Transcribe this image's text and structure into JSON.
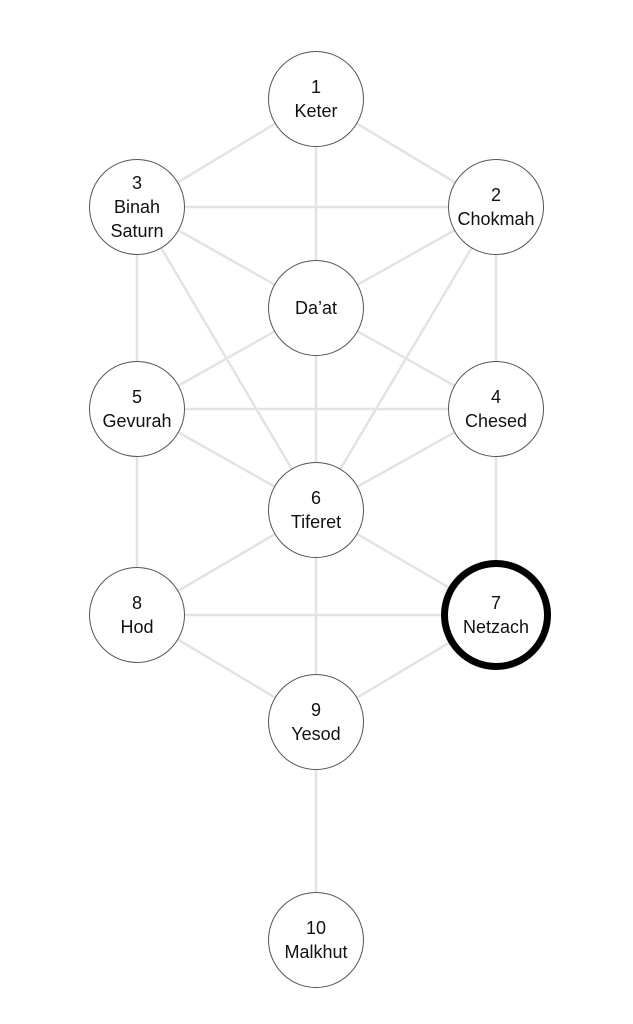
{
  "colors": {
    "edge": "#e3e3e3",
    "node_border": "#555555",
    "highlight_border": "#000000"
  },
  "nodes": [
    {
      "id": "keter",
      "lines": [
        "1",
        "Keter"
      ]
    },
    {
      "id": "chokmah",
      "lines": [
        "2",
        "Chokmah"
      ]
    },
    {
      "id": "binah",
      "lines": [
        "3",
        "Binah",
        "Saturn"
      ]
    },
    {
      "id": "daat",
      "lines": [
        "Da’at"
      ]
    },
    {
      "id": "chesed",
      "lines": [
        "4",
        "Chesed"
      ]
    },
    {
      "id": "gevurah",
      "lines": [
        "5",
        "Gevurah"
      ]
    },
    {
      "id": "tiferet",
      "lines": [
        "6",
        "Tiferet"
      ]
    },
    {
      "id": "netzach",
      "lines": [
        "7",
        "Netzach"
      ],
      "highlighted": true
    },
    {
      "id": "hod",
      "lines": [
        "8",
        "Hod"
      ]
    },
    {
      "id": "yesod",
      "lines": [
        "9",
        "Yesod"
      ]
    },
    {
      "id": "malkhut",
      "lines": [
        "10",
        "Malkhut"
      ]
    }
  ],
  "edges": [
    [
      "keter",
      "binah"
    ],
    [
      "keter",
      "chokmah"
    ],
    [
      "keter",
      "daat"
    ],
    [
      "binah",
      "chokmah"
    ],
    [
      "binah",
      "daat"
    ],
    [
      "chokmah",
      "daat"
    ],
    [
      "binah",
      "gevurah"
    ],
    [
      "binah",
      "tiferet"
    ],
    [
      "chokmah",
      "chesed"
    ],
    [
      "chokmah",
      "tiferet"
    ],
    [
      "daat",
      "gevurah"
    ],
    [
      "daat",
      "chesed"
    ],
    [
      "daat",
      "tiferet"
    ],
    [
      "gevurah",
      "chesed"
    ],
    [
      "gevurah",
      "tiferet"
    ],
    [
      "chesed",
      "tiferet"
    ],
    [
      "gevurah",
      "hod"
    ],
    [
      "chesed",
      "netzach"
    ],
    [
      "tiferet",
      "hod"
    ],
    [
      "tiferet",
      "netzach"
    ],
    [
      "tiferet",
      "yesod"
    ],
    [
      "hod",
      "netzach"
    ],
    [
      "hod",
      "yesod"
    ],
    [
      "netzach",
      "yesod"
    ],
    [
      "yesod",
      "malkhut"
    ]
  ]
}
